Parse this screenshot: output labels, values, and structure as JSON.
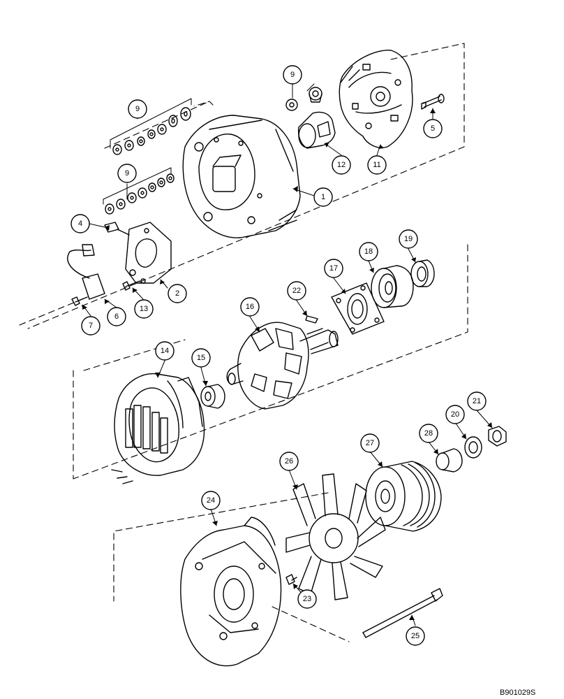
{
  "drawing": {
    "reference_code": "B901029S"
  },
  "callouts": [
    {
      "id": "9a",
      "label": "9"
    },
    {
      "id": "9b",
      "label": "9"
    },
    {
      "id": "9c",
      "label": "9"
    },
    {
      "id": "12",
      "label": "12"
    },
    {
      "id": "11",
      "label": "11"
    },
    {
      "id": "5",
      "label": "5"
    },
    {
      "id": "1",
      "label": "1"
    },
    {
      "id": "4",
      "label": "4"
    },
    {
      "id": "2",
      "label": "2"
    },
    {
      "id": "13",
      "label": "13"
    },
    {
      "id": "6",
      "label": "6"
    },
    {
      "id": "7",
      "label": "7"
    },
    {
      "id": "17",
      "label": "17"
    },
    {
      "id": "18",
      "label": "18"
    },
    {
      "id": "19",
      "label": "19"
    },
    {
      "id": "22",
      "label": "22"
    },
    {
      "id": "16",
      "label": "16"
    },
    {
      "id": "14",
      "label": "14"
    },
    {
      "id": "15",
      "label": "15"
    },
    {
      "id": "21",
      "label": "21"
    },
    {
      "id": "20",
      "label": "20"
    },
    {
      "id": "28",
      "label": "28"
    },
    {
      "id": "27",
      "label": "27"
    },
    {
      "id": "26",
      "label": "26"
    },
    {
      "id": "24",
      "label": "24"
    },
    {
      "id": "23",
      "label": "23"
    },
    {
      "id": "25",
      "label": "25"
    }
  ]
}
